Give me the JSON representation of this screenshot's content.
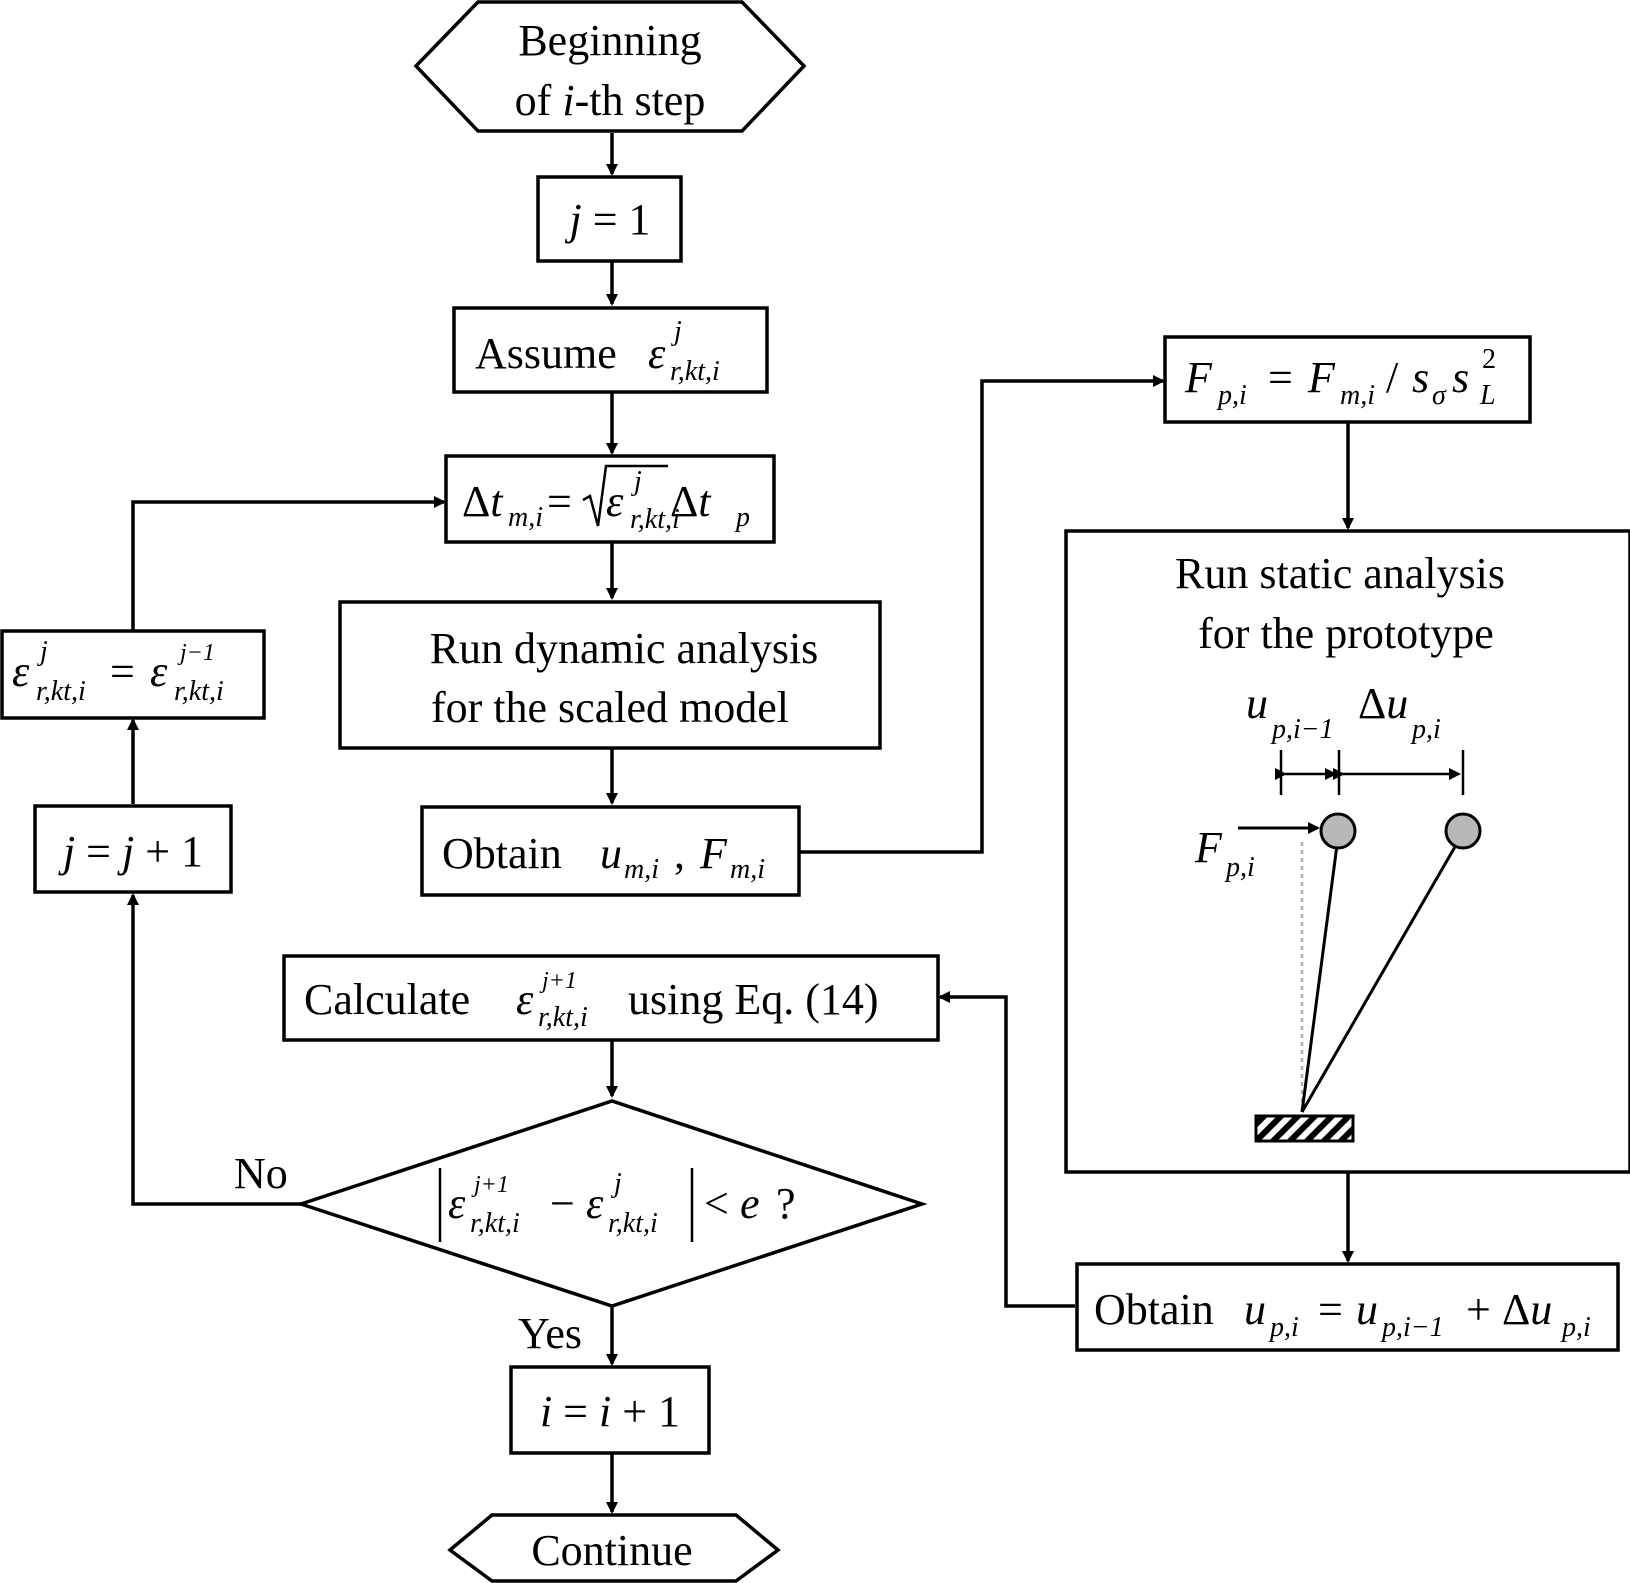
{
  "nodes": {
    "start": {
      "line1": "Beginning",
      "line2_pre": "of ",
      "line2_i": "i",
      "line2_post": "-th step"
    },
    "j_init": {
      "j": "j",
      "rest": " = 1"
    },
    "assume": {
      "text": "Assume ",
      "eps": "ε",
      "sup": "j",
      "sub": "r,kt,i"
    },
    "dt": {
      "delta": "Δ",
      "t": "t",
      "sub_m": "m,i",
      "eq": " = ",
      "eps": "ε",
      "sup": "j",
      "sub": "r,kt,i",
      "delta2": "Δ",
      "t2": "t",
      "sub_p": "p"
    },
    "dynamic": {
      "line1": "Run dynamic analysis",
      "line2": "for the scaled model"
    },
    "obtain_m": {
      "text": "Obtain  ",
      "u": "u",
      "sub_u": "m,i",
      "comma": " , ",
      "f": "F",
      "sub_f": "m,i"
    },
    "force": {
      "f": "F",
      "sub_p": "p,i",
      "eq": " = ",
      "f2": "F",
      "sub_m": "m,i",
      "slash": " / ",
      "s1": "s",
      "sub_sigma": "σ",
      "s2": "s",
      "sup_2": "2",
      "sub_L": "L"
    },
    "static": {
      "line1": "Run static analysis",
      "line2": "for the prototype"
    },
    "obtain_p": {
      "text": "Obtain ",
      "u": "u",
      "sub1": "p,i",
      "eq": " = ",
      "u2": "u",
      "sub2": "p,i−1",
      "plus": " + ",
      "delta": "Δ",
      "u3": "u",
      "sub3": "p,i"
    },
    "calc": {
      "text1": "Calculate  ",
      "eps": "ε",
      "sup": "j+1",
      "sub": "r,kt,i",
      "text2": "  using Eq. (14)"
    },
    "decision": {
      "eps1": "ε",
      "sup1": "j+1",
      "sub1": "r,kt,i",
      "minus": " − ",
      "eps2": "ε",
      "sup2": "j",
      "sub2": "r,kt,i",
      "lt": " < ",
      "e": "e",
      "q": " ?"
    },
    "update": {
      "eps1": "ε",
      "sup1": "j",
      "sub1": "r,kt,i",
      "eq": " = ",
      "eps2": "ε",
      "sup2": "j−1",
      "sub2": "r,kt,i"
    },
    "j_inc": {
      "j": "j",
      "eq": " = ",
      "j2": "j",
      "rest": " + 1"
    },
    "i_inc": {
      "i": "i",
      "eq": " = ",
      "i2": "i",
      "rest": " + 1"
    },
    "end": {
      "text": "Continue"
    }
  },
  "labels": {
    "no": "No",
    "yes": "Yes"
  },
  "sketch": {
    "u_prev": "u",
    "u_prev_sub": "p,i−1",
    "du_delta": "Δ",
    "du_u": "u",
    "du_sub": "p,i",
    "force": "F",
    "force_sub": "p,i"
  },
  "colors": {
    "stroke": "#000000",
    "ball": "#b8b8b8",
    "dotted": "#b0b0b0"
  }
}
